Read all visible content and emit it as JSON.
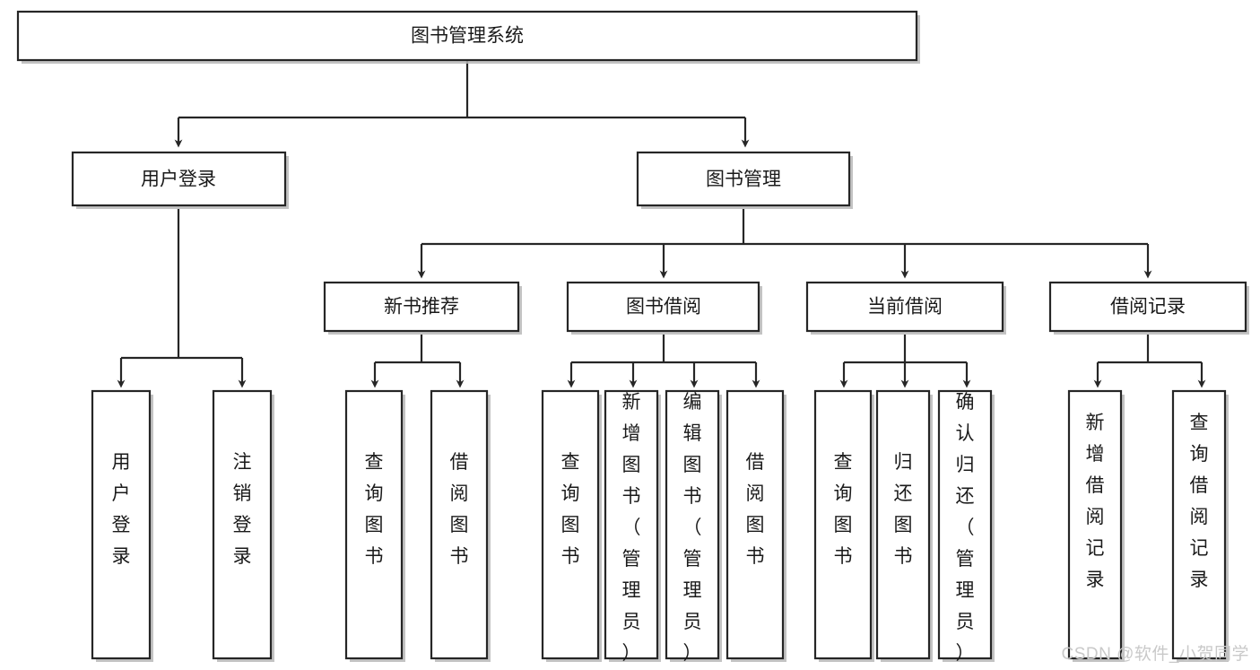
{
  "diagram": {
    "type": "tree",
    "title": "图书管理系统",
    "orientation": "top-down",
    "colors": {
      "background": "#ffffff",
      "box_fill": "#ffffff",
      "box_stroke": "#262626",
      "shadow": "#b8b8b8",
      "text": "#1a1a1a",
      "watermark": "#c9c9c9"
    },
    "levels": {
      "root": "图书管理系统",
      "level2": [
        "用户登录",
        "图书管理"
      ],
      "level3": [
        "新书推荐",
        "图书借阅",
        "当前借阅",
        "借阅记录"
      ]
    },
    "nodes": {
      "root": {
        "label": "图书管理系统"
      },
      "user_login": {
        "label": "用户登录"
      },
      "book_manage": {
        "label": "图书管理"
      },
      "new_book_rec": {
        "label": "新书推荐"
      },
      "book_borrow": {
        "label": "图书借阅"
      },
      "current_borrow": {
        "label": "当前借阅"
      },
      "borrow_record": {
        "label": "借阅记录"
      }
    },
    "leaves": {
      "user_login": [
        {
          "label": "用户登录"
        },
        {
          "label": "注销登录"
        }
      ],
      "new_book_rec": [
        {
          "label": "查询图书"
        },
        {
          "label": "借阅图书"
        }
      ],
      "book_borrow": [
        {
          "label": "查询图书"
        },
        {
          "label": "新增图书（管理员）"
        },
        {
          "label": "编辑图书（管理员）"
        },
        {
          "label": "借阅图书"
        }
      ],
      "current_borrow": [
        {
          "label": "查询图书"
        },
        {
          "label": "归还图书"
        },
        {
          "label": "确认归还（管理员）"
        }
      ],
      "borrow_record": [
        {
          "label": "新增借阅记录"
        },
        {
          "label": "查询借阅记录"
        }
      ]
    }
  },
  "watermark": {
    "text": "CSDN @软件_小贺同学"
  }
}
